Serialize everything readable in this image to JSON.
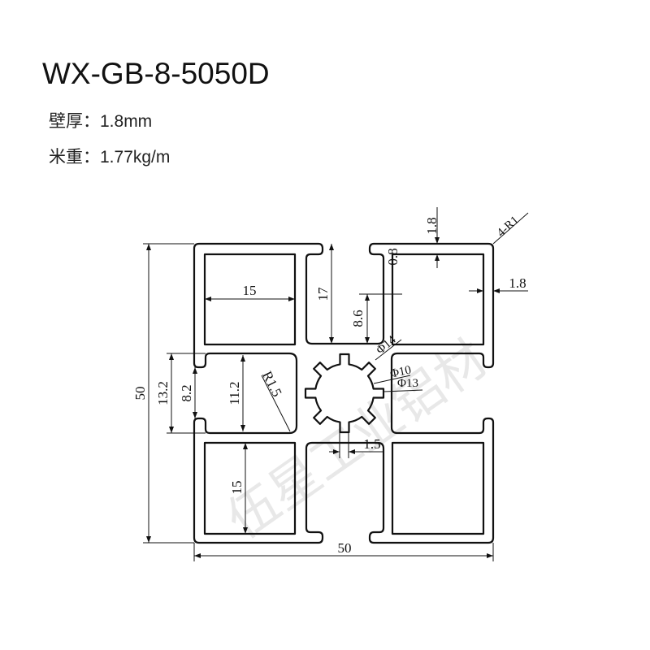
{
  "header": {
    "title": "WX-GB-8-5050D",
    "wall_thickness_label": "壁厚：",
    "wall_thickness_value": "1.8mm",
    "weight_label": "米重：",
    "weight_value": "1.77kg/m"
  },
  "watermark": "伍星工业铝材",
  "dimensions": {
    "top_wall": "1.8",
    "corner_radius": "4-R1",
    "slot_lip": "0.8",
    "right_wall": "1.8",
    "top_left_square": "15",
    "slot_depth": "17",
    "slot_offset": "8.6",
    "dia_outer": "Φ14",
    "dia_core": "Φ10",
    "dia_teeth": "Φ13",
    "overall_height": "50",
    "slot_width_inner": "13.2",
    "slot_opening": "8.2",
    "channel_height": "11.2",
    "inner_radius": "R1.5",
    "bottom_left_square": "15",
    "tooth_width": "1.5",
    "overall_width": "50"
  }
}
